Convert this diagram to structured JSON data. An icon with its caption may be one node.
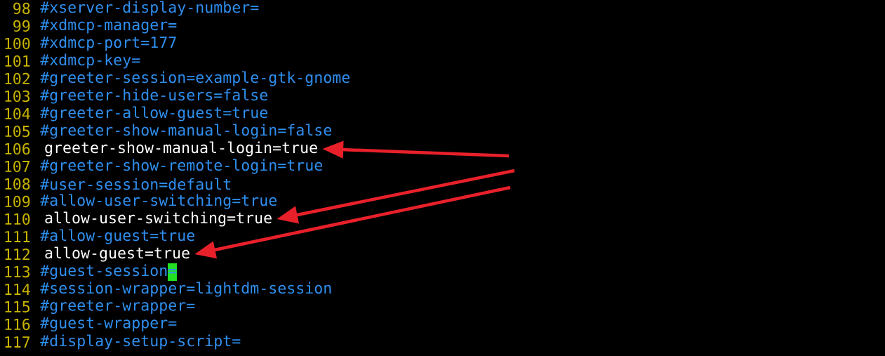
{
  "diagram": {
    "nodes": [
      {
        "text": [
          "greeter-show-manual-login=true"
        ],
        "beside": [
          "106"
        ]
      },
      {
        "text": [
          "allow-user-switching=true"
        ],
        "beside": [
          "110"
        ]
      },
      {
        "text": [
          "allow-guest=true"
        ],
        "beside": [
          "112"
        ]
      }
    ],
    "edges": [
      {
        "from": null,
        "to": 0,
        "arrow": "to"
      },
      {
        "from": null,
        "to": 1,
        "arrow": "to"
      },
      {
        "from": null,
        "to": 2,
        "arrow": "to"
      }
    ],
    "labels": [
      "98",
      "#xserver-display-number=",
      "99",
      "#xdmcp-manager=",
      "100",
      "#xdmcp-port=177",
      "101",
      "#xdmcp-key=",
      "102",
      "#greeter-session=example-gtk-gnome",
      "103",
      "#greeter-hide-users=false",
      "104",
      "#greeter-allow-guest=true",
      "105",
      "#greeter-show-manual-login=false",
      "107",
      "#greeter-show-remote-login=true",
      "108",
      "#user-session=default",
      "109",
      "#allow-user-switching=true",
      "111",
      "#allow-guest=true",
      "113",
      "#guest-session=",
      "114",
      "#session-wrapper=lightdm-session",
      "115",
      "#greeter-wrapper=",
      "116",
      "#guest-wrapper=",
      "117",
      "#display-setup-script="
    ]
  }
}
